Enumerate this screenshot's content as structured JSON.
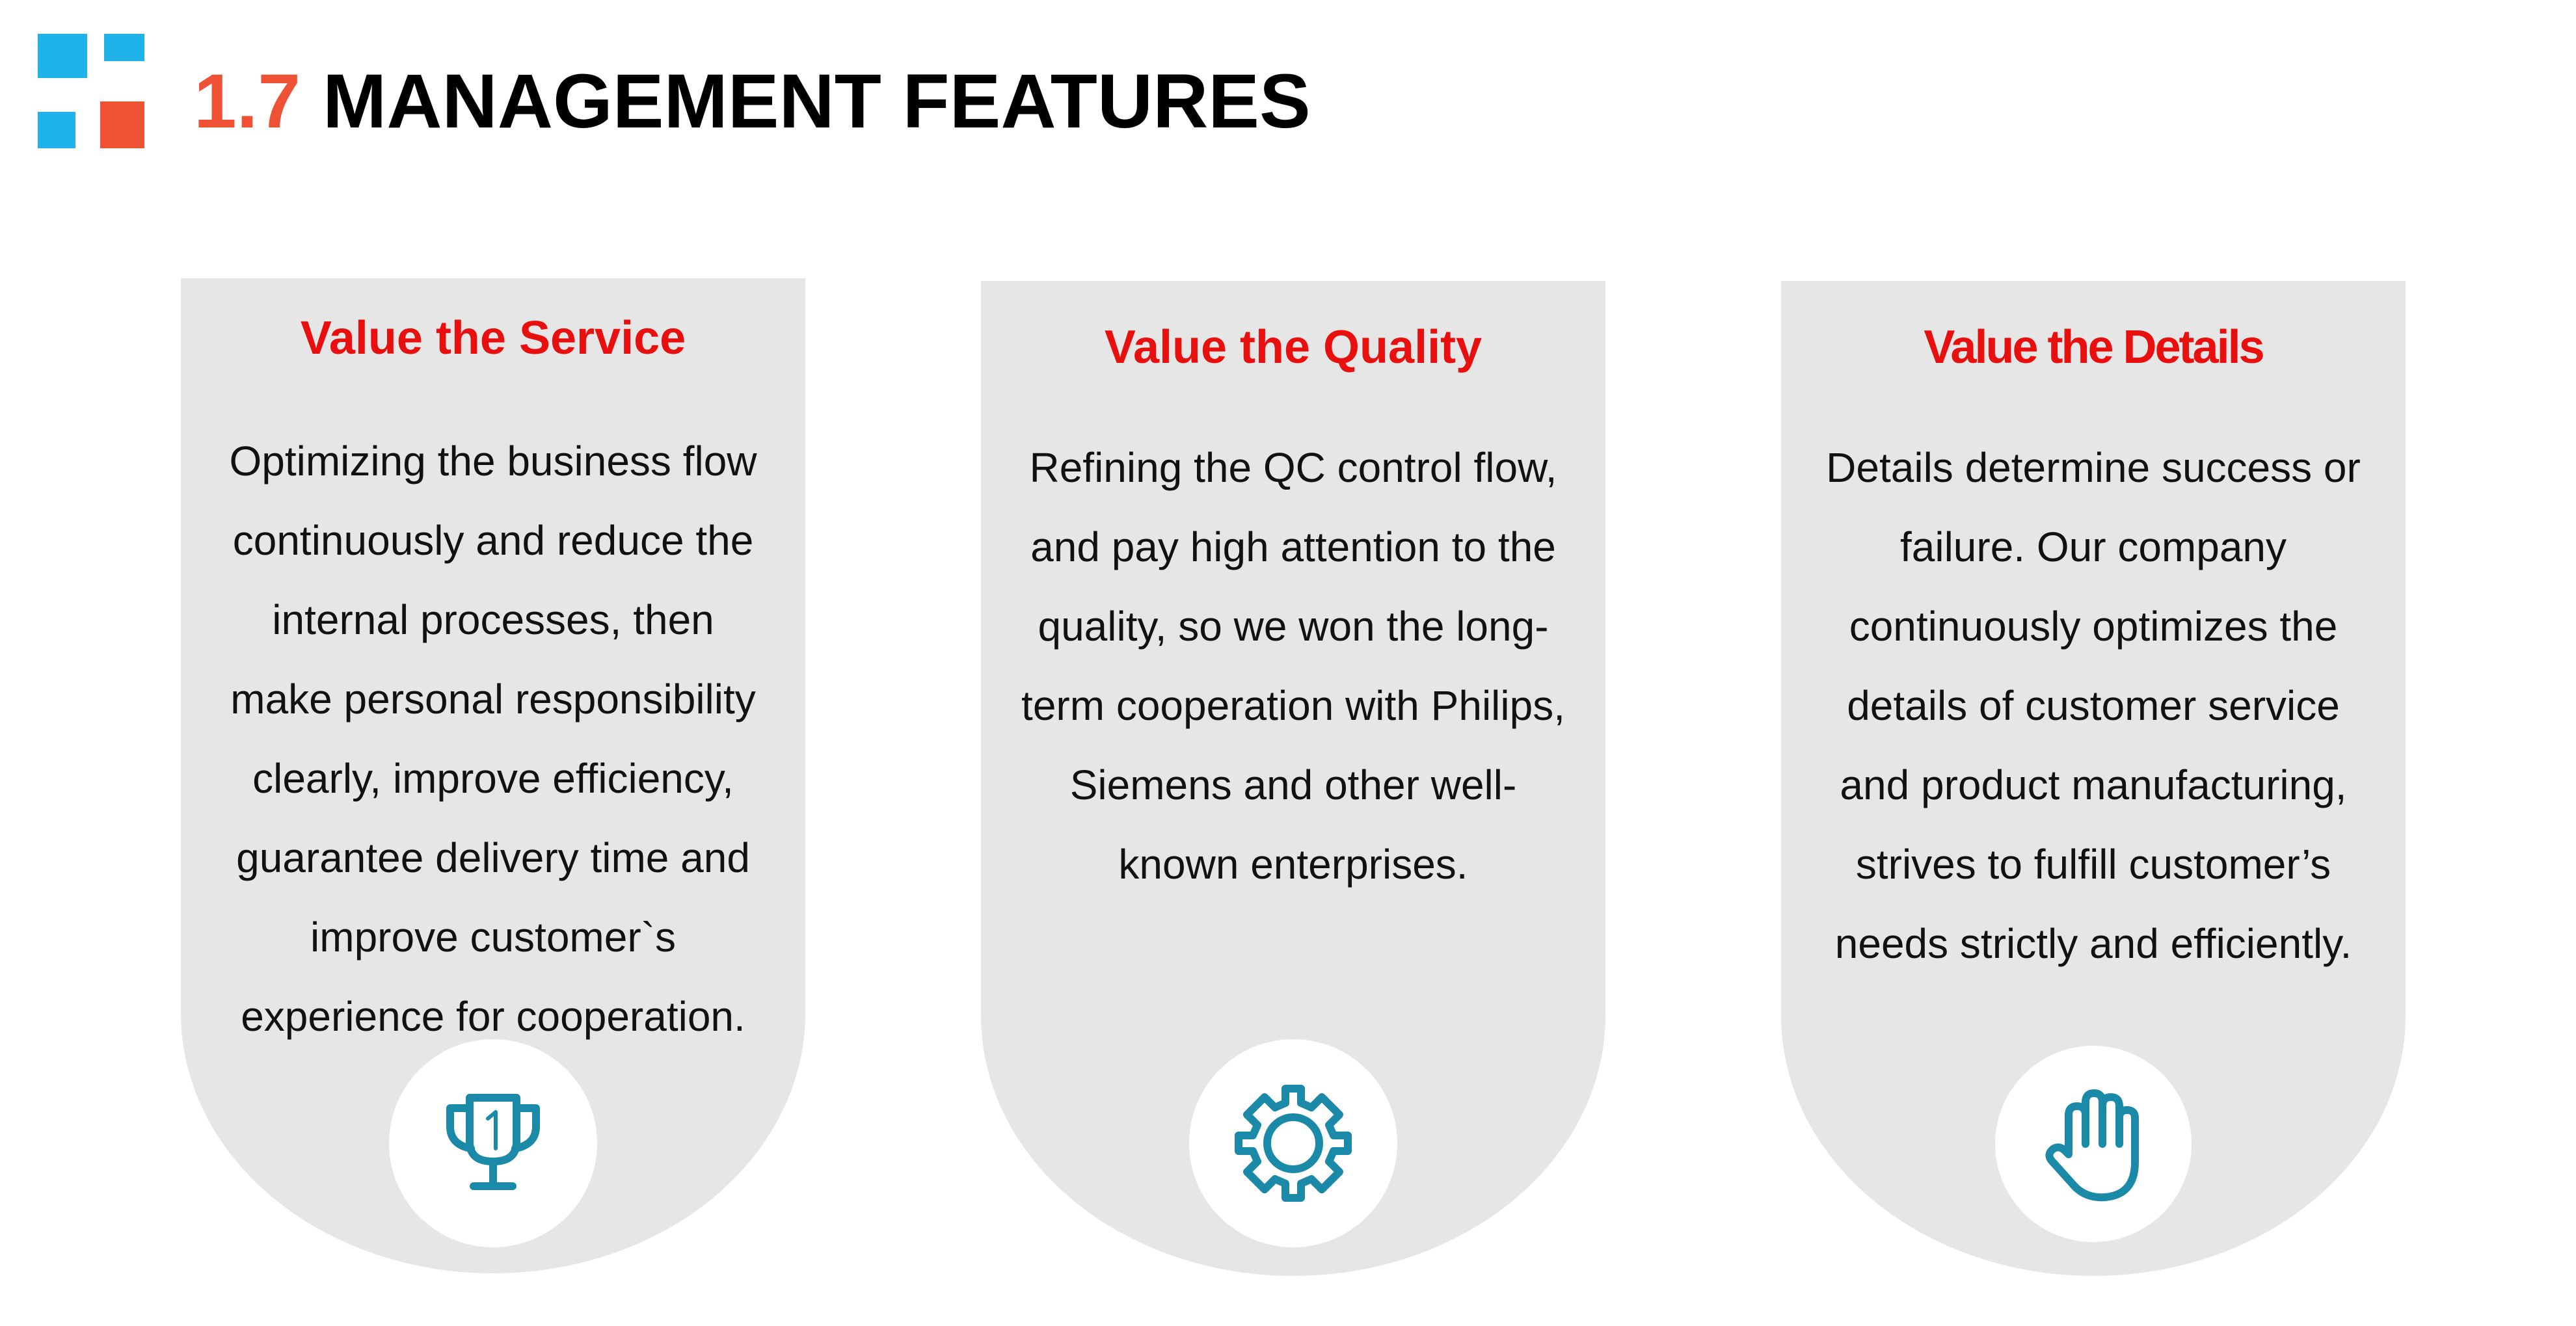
{
  "header": {
    "number": "1.7",
    "title": "MANAGEMENT FEATURES"
  },
  "colors": {
    "accent_red": "#ef5134",
    "title_red": "#e8100f",
    "logo_blue": "#1fb3ea",
    "icon_teal": "#1a8aa8",
    "card_gray": "#e6e6e6"
  },
  "cards": [
    {
      "title": "Value the Service",
      "icon": "trophy-icon",
      "lines": [
        "Optimizing the business flow",
        "continuously and reduce the",
        "internal processes, then",
        "make personal responsibility",
        "clearly, improve efficiency,",
        "guarantee delivery time and",
        "improve customer`s",
        "experience for cooperation."
      ]
    },
    {
      "title": "Value the Quality",
      "icon": "gear-icon",
      "lines": [
        "Refining the QC control flow,",
        "and pay high attention to the",
        "quality, so we won the long-",
        "term cooperation with Philips,",
        "Siemens and other well-",
        "known enterprises."
      ]
    },
    {
      "title": "Value the Details",
      "icon": "hand-icon",
      "lines": [
        "Details determine success or",
        "failure. Our company",
        "continuously optimizes the",
        "details of customer service",
        "and product manufacturing,",
        "strives to fulfill customer’s",
        "needs strictly and efficiently."
      ]
    }
  ]
}
